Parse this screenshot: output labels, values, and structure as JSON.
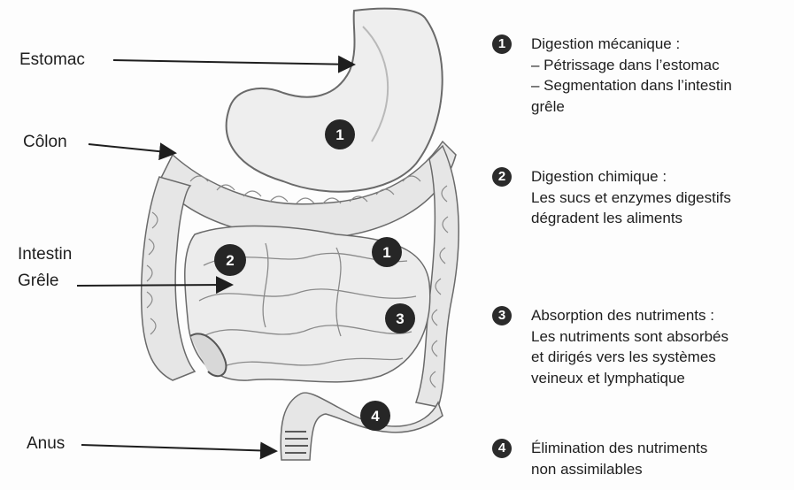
{
  "labels": {
    "estomac": "Estomac",
    "colon": "Côlon",
    "intestin_line1": "Intestin",
    "intestin_line2": "Grêle",
    "anus": "Anus"
  },
  "markers": {
    "stomach": "1",
    "small_intestine_left": "2",
    "small_intestine_right": "1",
    "small_intestine_lower": "3",
    "colon_lower": "4"
  },
  "legend": [
    {
      "number": "1",
      "title": "Digestion mécanique :",
      "lines": [
        "– Pétrissage dans l’estomac",
        "– Segmentation dans l’intestin",
        "grêle"
      ]
    },
    {
      "number": "2",
      "title": "Digestion chimique :",
      "lines": [
        "Les sucs et enzymes digestifs",
        "dégradent les aliments"
      ]
    },
    {
      "number": "3",
      "title": "Absorption des nutriments :",
      "lines": [
        "Les nutriments sont absorbés",
        "et dirigés  vers les systèmes",
        "veineux et lymphatique"
      ]
    },
    {
      "number": "4",
      "title": "Élimination des nutriments",
      "lines": [
        "non assimilables"
      ]
    }
  ],
  "colors": {
    "ink": "#1e1e1e",
    "marker": "#2b2b2b",
    "organ": "#e9e9e9",
    "organ_shade": "#bdbdbd"
  }
}
